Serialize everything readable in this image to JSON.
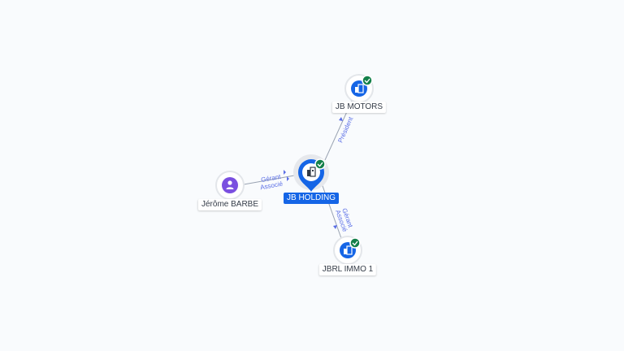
{
  "colors": {
    "background": "#f9fbfd",
    "company_blue": "#1565e6",
    "person_purple": "#7a4fe0",
    "verified_green": "#14804a",
    "edge": "#9aa3b2",
    "edge_label": "#5a6ee6"
  },
  "nodes": {
    "jb_holding": {
      "name": "JB HOLDING",
      "type": "company",
      "icon": "building-icon",
      "verified": true,
      "primary": true
    },
    "jb_motors": {
      "name": "JB MOTORS",
      "type": "company",
      "icon": "building-icon",
      "verified": true
    },
    "jbrl_immo": {
      "name": "JBRL IMMO 1",
      "type": "company",
      "icon": "building-icon",
      "verified": true
    },
    "jerome": {
      "name": "Jérôme BARBE",
      "type": "person",
      "icon": "person-icon",
      "verified": false
    }
  },
  "edges": {
    "jerome_to_holding": {
      "from": "Jérôme BARBE",
      "to": "JB HOLDING",
      "label_1": "Gérant",
      "label_2": "Associé"
    },
    "holding_to_motors": {
      "from": "JB HOLDING",
      "to": "JB MOTORS",
      "label_1": "Président"
    },
    "holding_to_immo": {
      "from": "JB HOLDING",
      "to": "JBRL IMMO 1",
      "label_1": "Gérant",
      "label_2": "Associé"
    }
  }
}
